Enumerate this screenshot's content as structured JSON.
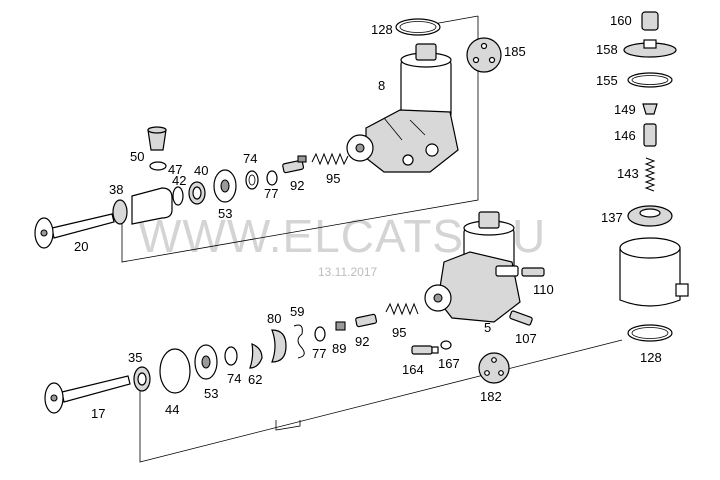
{
  "watermark": "WWW.ELCATS.RU",
  "date": "13.11.2017",
  "labels": {
    "p128a": "128",
    "p185": "185",
    "p8": "8",
    "p50": "50",
    "p47": "47",
    "p42": "42",
    "p40": "40",
    "p74a": "74",
    "p38": "38",
    "p53a": "53",
    "p77a": "77",
    "p92a": "92",
    "p95a": "95",
    "p20": "20",
    "p160": "160",
    "p158": "158",
    "p155": "155",
    "p149": "149",
    "p146": "146",
    "p143": "143",
    "p137": "137",
    "p110": "110",
    "p5": "5",
    "p107": "107",
    "p128b": "128",
    "p80": "80",
    "p59": "59",
    "p95b": "95",
    "p35": "35",
    "p77b": "77",
    "p89": "89",
    "p92b": "92",
    "p167": "167",
    "p164": "164",
    "p44": "44",
    "p53b": "53",
    "p74b": "74",
    "p62": "62",
    "p182": "182",
    "p17": "17"
  }
}
